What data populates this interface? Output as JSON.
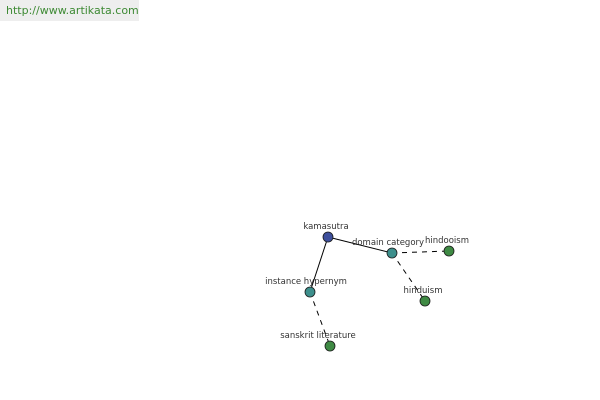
{
  "source": {
    "url_text": "http://www.artikata.com"
  },
  "graph": {
    "nodes": [
      {
        "id": "kamasutra",
        "label": "kamasutra",
        "kind": "root",
        "color": "#3d4f9c"
      },
      {
        "id": "domain-category",
        "label": "domain category",
        "kind": "relation",
        "color": "#3d8f8c"
      },
      {
        "id": "instance-hypernym",
        "label": "instance hypernym",
        "kind": "relation",
        "color": "#3d8f8c"
      },
      {
        "id": "hindooism",
        "label": "hindooism",
        "kind": "term",
        "color": "#3f8a44"
      },
      {
        "id": "hinduism",
        "label": "hinduism",
        "kind": "term",
        "color": "#3f8a44"
      },
      {
        "id": "sanskrit-literature",
        "label": "sanskrit literature",
        "kind": "term",
        "color": "#3f8a44"
      }
    ],
    "edges": [
      {
        "from": "kamasutra",
        "to": "domain-category",
        "style": "solid"
      },
      {
        "from": "kamasutra",
        "to": "instance-hypernym",
        "style": "solid"
      },
      {
        "from": "domain-category",
        "to": "hindooism",
        "style": "dashed"
      },
      {
        "from": "domain-category",
        "to": "hinduism",
        "style": "dashed"
      },
      {
        "from": "instance-hypernym",
        "to": "sanskrit-literature",
        "style": "dashed"
      }
    ]
  }
}
